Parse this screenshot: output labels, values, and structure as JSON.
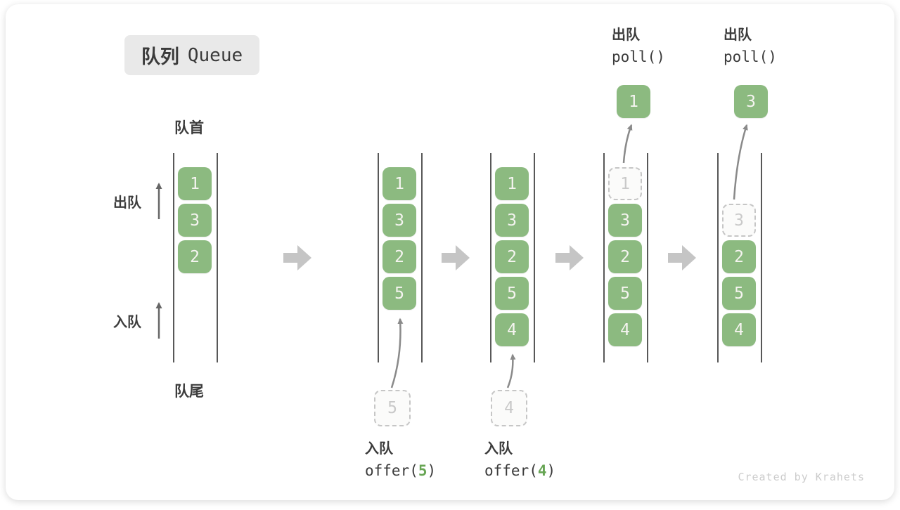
{
  "title": {
    "cn": "队列",
    "en": "Queue"
  },
  "labels": {
    "front": "队首",
    "rear": "队尾",
    "dequeue": "出队",
    "enqueue": "入队"
  },
  "watermark": "Created by Krahets",
  "colors": {
    "box_green": "#8cba80",
    "box_text": "#f5f4f0",
    "dashed_border": "#c6c6c6",
    "dashed_text": "#c9c9c9",
    "accent_green": "#67a554",
    "step_arrow_gray": "#c5c5c5",
    "thin_arrow_gray": "#8a8a8a",
    "text_dark": "#3b3b3b",
    "badge_bg": "#e9e9e9"
  },
  "queue_states": [
    {
      "boxes": [
        {
          "slot": 0,
          "value": "1",
          "style": "solid"
        },
        {
          "slot": 1,
          "value": "3",
          "style": "solid"
        },
        {
          "slot": 2,
          "value": "2",
          "style": "solid"
        }
      ]
    },
    {
      "boxes": [
        {
          "slot": 0,
          "value": "1",
          "style": "solid"
        },
        {
          "slot": 1,
          "value": "3",
          "style": "solid"
        },
        {
          "slot": 2,
          "value": "2",
          "style": "solid"
        },
        {
          "slot": 3,
          "value": "5",
          "style": "solid"
        }
      ],
      "pending": {
        "value": "5"
      },
      "operation": {
        "name": "入队",
        "code_prefix": "offer(",
        "code_arg": "5",
        "code_suffix": ")",
        "position": "bottom"
      }
    },
    {
      "boxes": [
        {
          "slot": 0,
          "value": "1",
          "style": "solid"
        },
        {
          "slot": 1,
          "value": "3",
          "style": "solid"
        },
        {
          "slot": 2,
          "value": "2",
          "style": "solid"
        },
        {
          "slot": 3,
          "value": "5",
          "style": "solid"
        },
        {
          "slot": 4,
          "value": "4",
          "style": "solid"
        }
      ],
      "pending": {
        "value": "4"
      },
      "operation": {
        "name": "入队",
        "code_prefix": "offer(",
        "code_arg": "4",
        "code_suffix": ")",
        "position": "bottom"
      }
    },
    {
      "boxes": [
        {
          "slot": 0,
          "value": "1",
          "style": "dashed"
        },
        {
          "slot": 1,
          "value": "3",
          "style": "solid"
        },
        {
          "slot": 2,
          "value": "2",
          "style": "solid"
        },
        {
          "slot": 3,
          "value": "5",
          "style": "solid"
        },
        {
          "slot": 4,
          "value": "4",
          "style": "solid"
        }
      ],
      "popped": {
        "value": "1"
      },
      "operation": {
        "name": "出队",
        "code_prefix": "poll()",
        "code_arg": "",
        "code_suffix": "",
        "position": "top"
      }
    },
    {
      "boxes": [
        {
          "slot": 1,
          "value": "3",
          "style": "dashed"
        },
        {
          "slot": 2,
          "value": "2",
          "style": "solid"
        },
        {
          "slot": 3,
          "value": "5",
          "style": "solid"
        },
        {
          "slot": 4,
          "value": "4",
          "style": "solid"
        }
      ],
      "popped": {
        "value": "3"
      },
      "operation": {
        "name": "出队",
        "code_prefix": "poll()",
        "code_arg": "",
        "code_suffix": "",
        "position": "top"
      }
    }
  ]
}
